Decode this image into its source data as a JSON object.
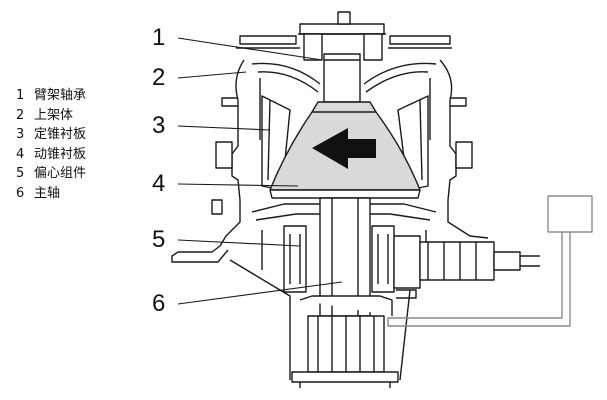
{
  "legend": [
    {
      "num": "1",
      "label": "臂架轴承"
    },
    {
      "num": "2",
      "label": "上架体"
    },
    {
      "num": "3",
      "label": "定锥衬板"
    },
    {
      "num": "4",
      "label": "动锥衬板"
    },
    {
      "num": "5",
      "label": "偏心组件"
    },
    {
      "num": "6",
      "label": "主轴"
    }
  ],
  "callouts": [
    "1",
    "2",
    "3",
    "4",
    "5",
    "6"
  ],
  "colors": {
    "mantle_fill": "#d9d9d9",
    "line": "#1a1a1a",
    "connector": "#888888",
    "arrow": "#111111"
  }
}
